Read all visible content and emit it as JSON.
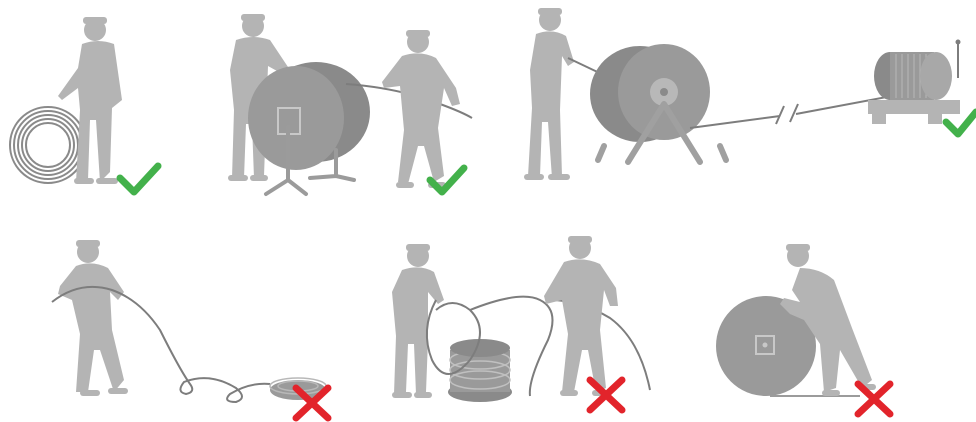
{
  "figure": {
    "panels": [
      {
        "id": "coil-roll-by-hand",
        "verdict": "correct"
      },
      {
        "id": "reel-on-stand-two-workers",
        "verdict": "correct"
      },
      {
        "id": "payout-from-reel-stand-to-powered-reel",
        "verdict": "correct"
      },
      {
        "id": "pulling-from-flat-coil",
        "verdict": "incorrect"
      },
      {
        "id": "pulling-loops-off-stacked-coil",
        "verdict": "incorrect"
      },
      {
        "id": "rolling-reel-by-pushing",
        "verdict": "incorrect"
      }
    ],
    "colors": {
      "silhouette": "#b4b4b4",
      "silhouette_dark": "#9b9b9b",
      "reel_face": "#9a9a9a",
      "reel_side": "#8a8a8a",
      "cable": "#7d7d7d",
      "check": "#43b14b",
      "cross": "#e2242b"
    },
    "icons": [
      "check-mark-icon",
      "cross-mark-icon",
      "worker-silhouette-icon",
      "cable-reel-icon"
    ]
  }
}
